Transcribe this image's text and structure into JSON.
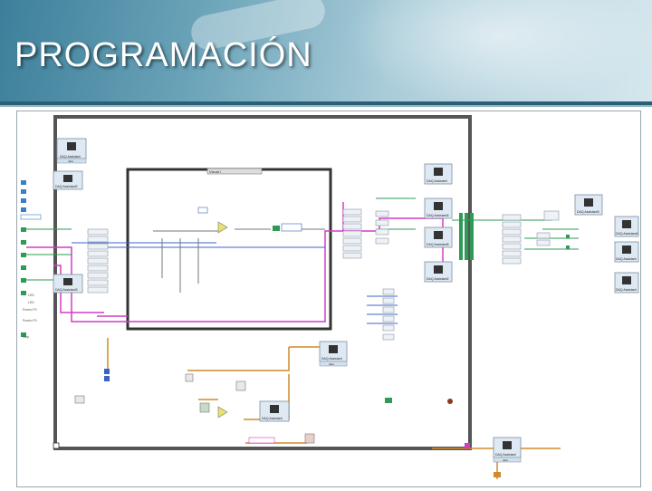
{
  "slide": {
    "title": "PROGRAMACIÓN"
  },
  "diagram": {
    "subvi_labels": {
      "s1": "DAQ Assistant",
      "s2": "DAQ Assistant2",
      "s3": "DAQ Assistant3",
      "s4": "DAQ Assistant",
      "s5": "DAQ Assistant4",
      "s6": "DAQ Assistant5",
      "s7": "DAQ Assistant2",
      "s8": "DAQ Assistant3",
      "s9": "DAQ Assistant4",
      "s10": "DAQ Assistant",
      "s11": "DAQ Assistant",
      "s12": "DAQ Assistant",
      "s13": "DAQ Assistant",
      "s14": "DAQ Assistant"
    },
    "data_labels": {
      "d1": "data",
      "d2": "data",
      "d3": "data"
    },
    "loop_case_label": "Visual  i",
    "terminal_labels": [
      "LED",
      "LED",
      "Puerto P0",
      "Puerto P0",
      "Stop"
    ]
  }
}
